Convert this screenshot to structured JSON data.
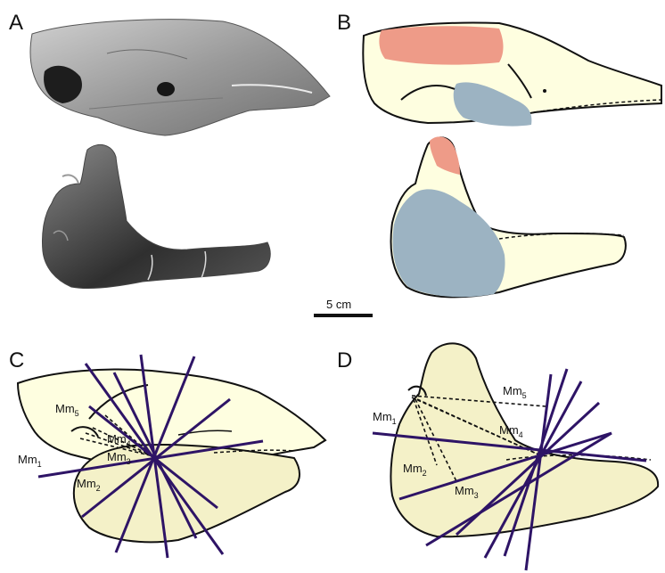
{
  "panels": [
    {
      "id": "A",
      "label": "A"
    },
    {
      "id": "B",
      "label": "B"
    },
    {
      "id": "C",
      "label": "C"
    },
    {
      "id": "D",
      "label": "D"
    }
  ],
  "scale_bar": {
    "label": "5 cm"
  },
  "muscle_labels": {
    "mm1": {
      "base": "Mm",
      "sub": "1"
    },
    "mm2": {
      "base": "Mm",
      "sub": "2"
    },
    "mm3": {
      "base": "Mm",
      "sub": "3"
    },
    "mm4": {
      "base": "Mm",
      "sub": "4"
    },
    "mm5": {
      "base": "Mm",
      "sub": "5"
    }
  },
  "colors": {
    "bone_fill": "#fefee0",
    "mandible_fill": "#f4f1c8",
    "muscle_red": "#ee9b88",
    "muscle_blue": "#9cb3c2",
    "line_purple": "#2e1466",
    "outline": "#111111",
    "photo_dark": "#3a3a3a"
  }
}
